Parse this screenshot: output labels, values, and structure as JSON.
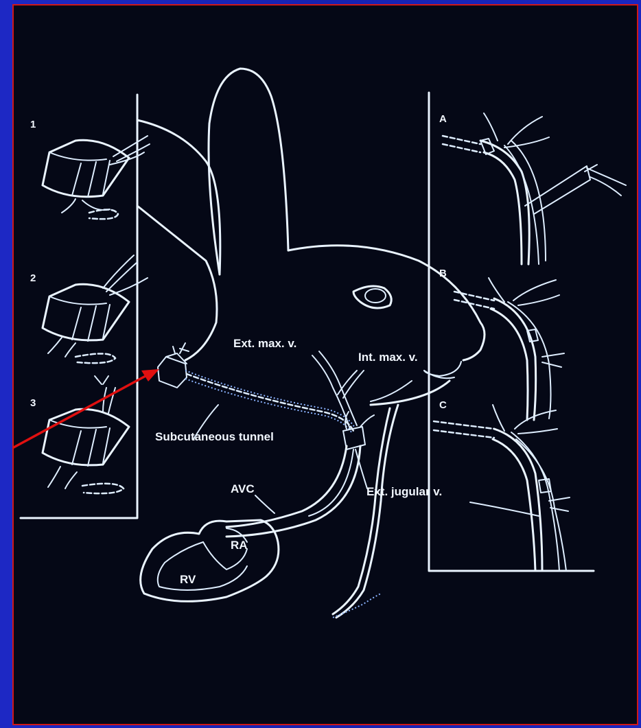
{
  "figure": {
    "panel_left_steps": [
      "1",
      "2",
      "3"
    ],
    "panel_right_steps": [
      "A",
      "B",
      "C"
    ],
    "labels": {
      "ext_max_v": "Ext. max. v.",
      "int_max_v": "Int. max. v.",
      "subcutaneous_tunnel": "Subcutaneous tunnel",
      "avc": "AVC",
      "ext_jugular_v": "Ext. jugular v.",
      "ra": "RA",
      "rv": "RV"
    }
  },
  "colors": {
    "background_blue": "#1a25bc",
    "slide_black": "#050816",
    "line_white": "#eaf4ff",
    "arrow_red": "#e01010"
  }
}
